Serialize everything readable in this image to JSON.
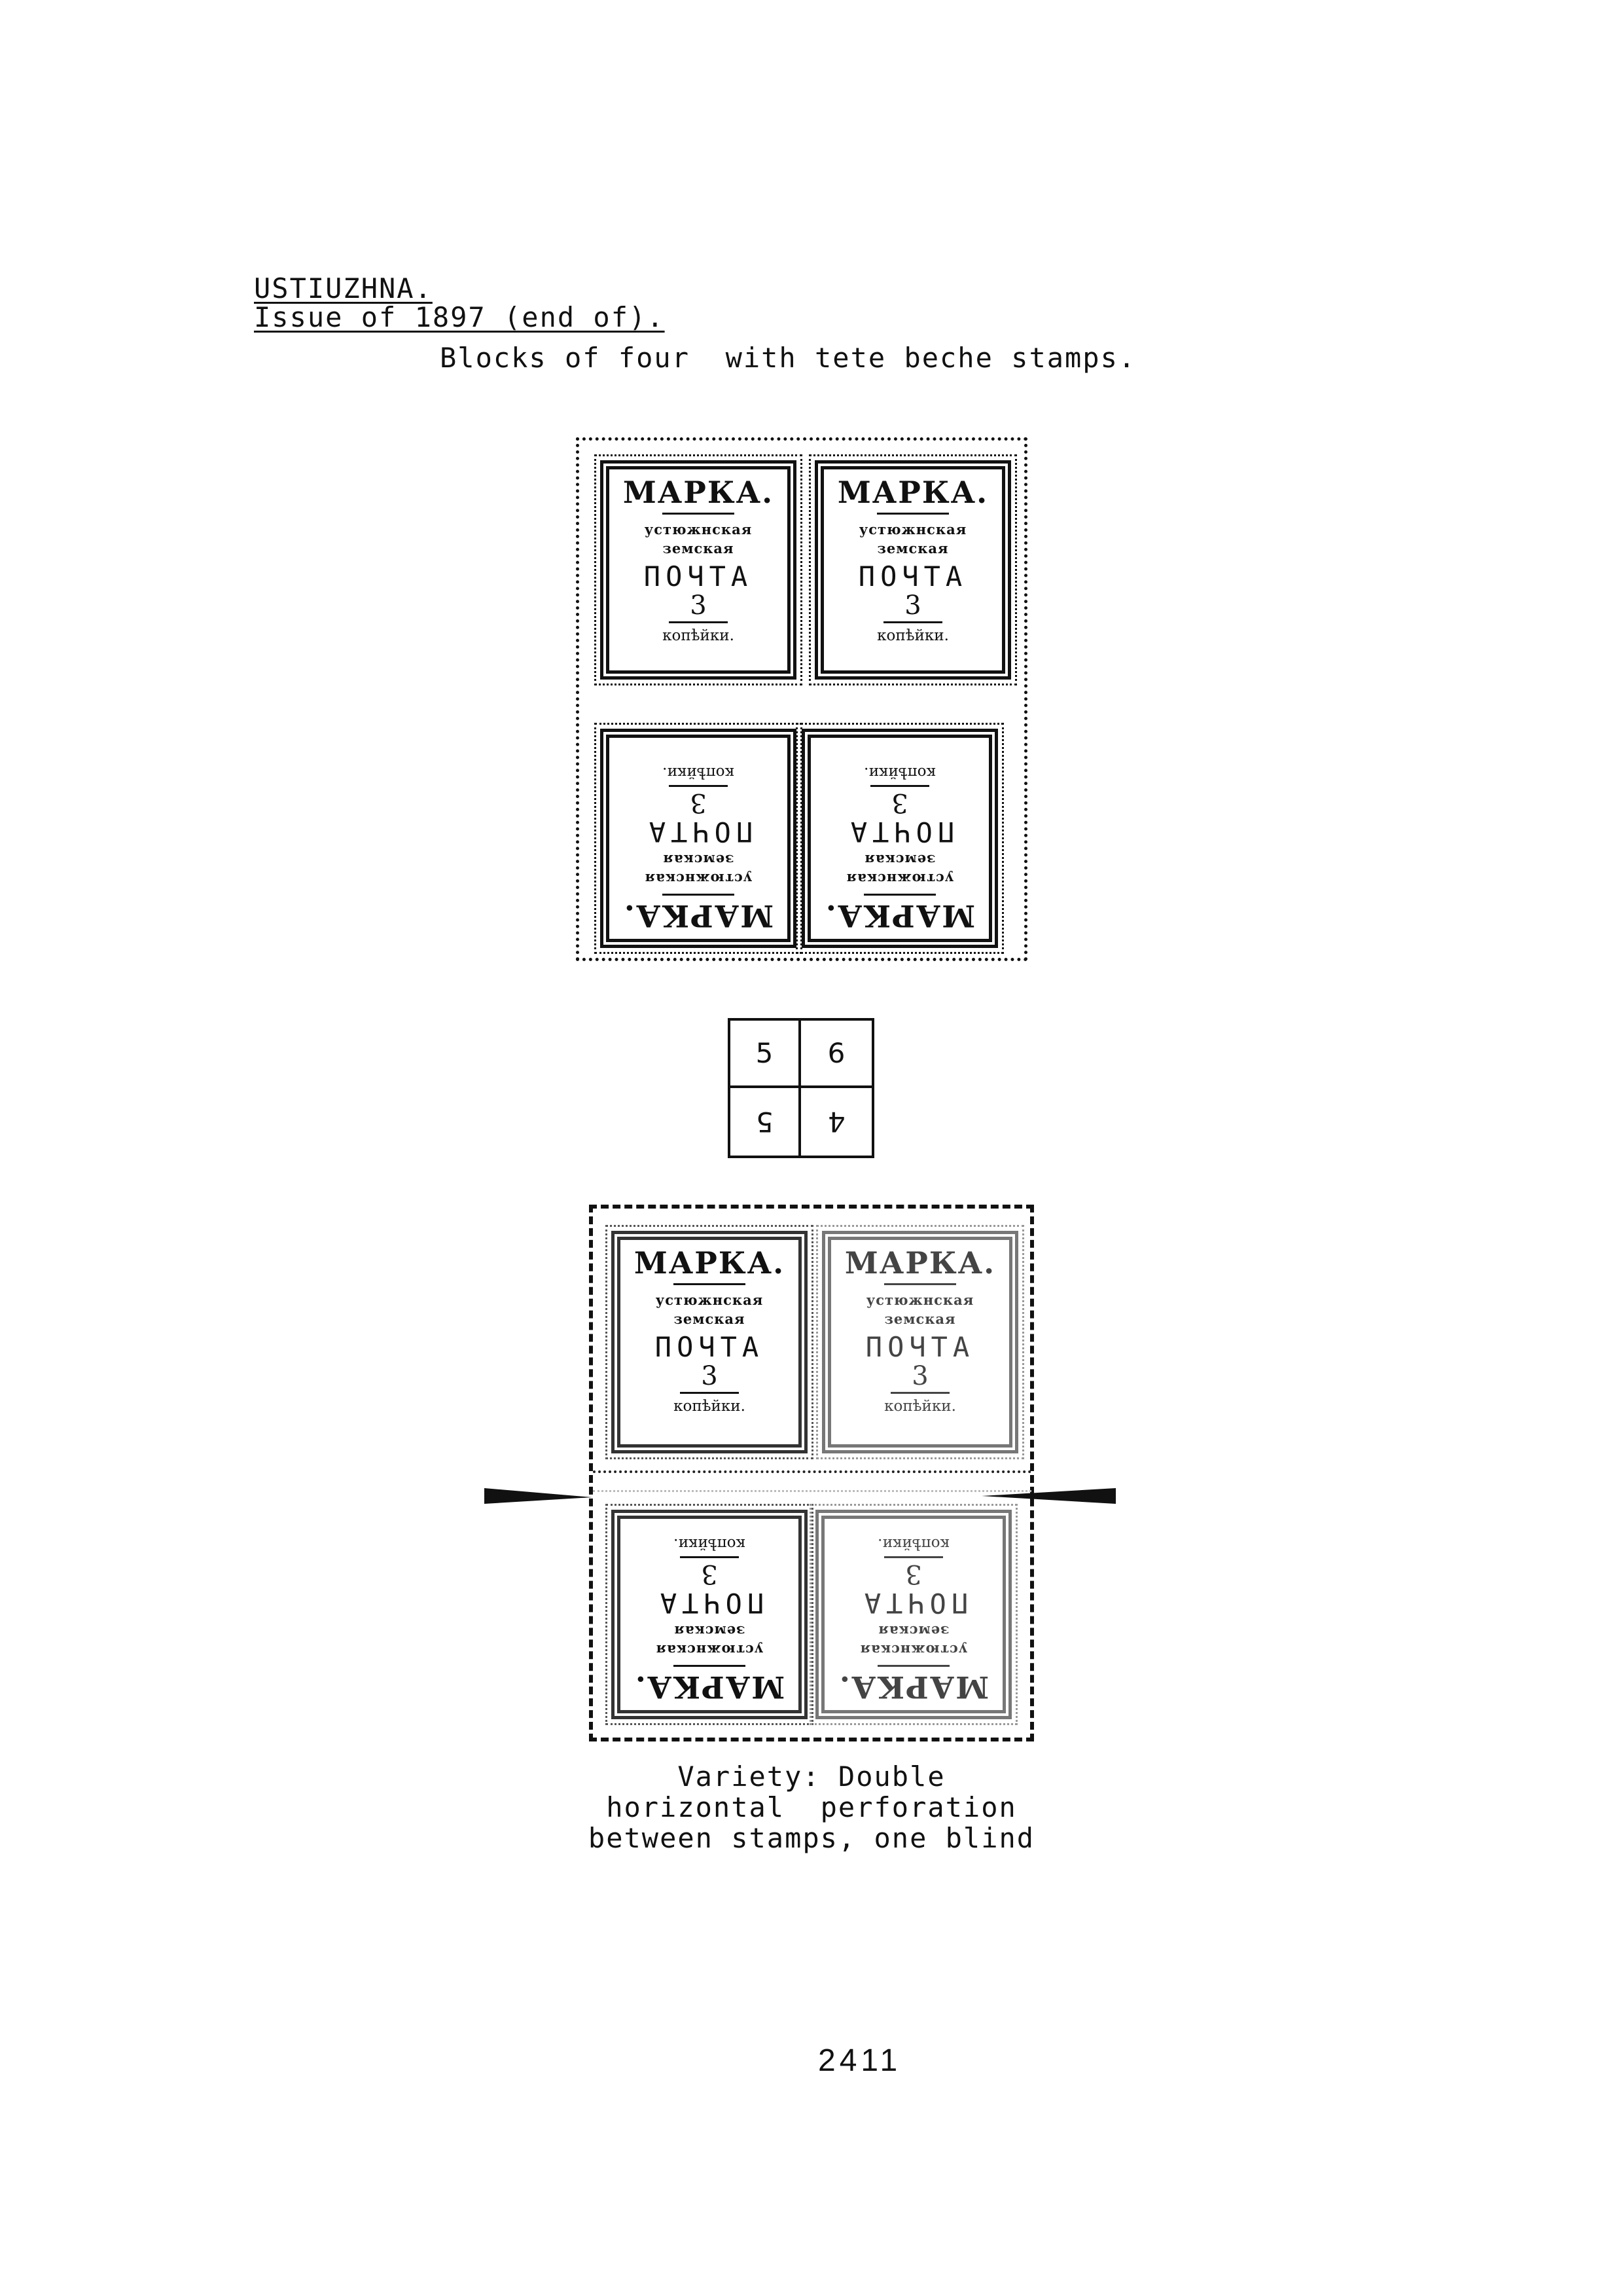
{
  "header": {
    "title": "USTIUZHNA.",
    "issue": "Issue of 1897 (end of).",
    "subtitle": "Blocks of four  with tete beche stamps."
  },
  "stamp_text": {
    "marka": "МАРКА.",
    "line1": "устюжнская",
    "line2": "земская",
    "pochta": "ПОЧТА",
    "value": "3",
    "kopeks": "копѣйки."
  },
  "position_diagram": {
    "top_left": "5",
    "top_right": "6",
    "bottom_left": "5",
    "bottom_right": "4"
  },
  "caption": {
    "line1": "Variety: Double",
    "line2": "horizontal  perforation",
    "line3": "between stamps, one blind"
  },
  "page_number": "2411"
}
